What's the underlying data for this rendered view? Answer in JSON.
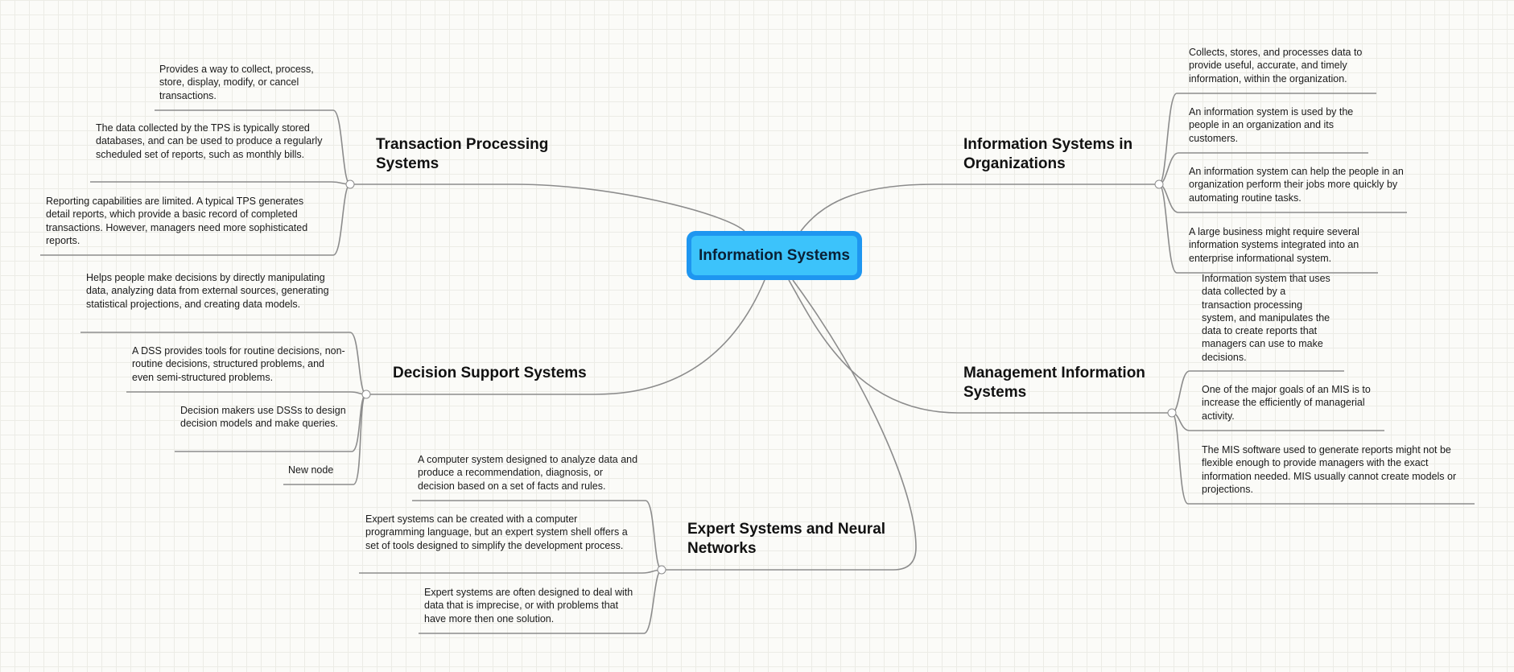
{
  "root": {
    "label": "Information Systems"
  },
  "branches": [
    {
      "label": "Information Systems in Organizations",
      "leaves": [
        "Collects, stores, and processes data to provide useful, accurate, and timely information, within the organization.",
        "An information system is used by the people in an organization and its customers.",
        "An information system can help the people in an organization perform their jobs more quickly by automating routine tasks.",
        "A large business might require several information systems integrated into an enterprise informational system."
      ]
    },
    {
      "label": "Management Information Systems",
      "leaves": [
        "Information system that uses data collected by a transaction processing system, and manipulates the data to create reports that managers can use to make decisions.",
        "One of the major goals of an MIS is to increase the efficiently of managerial activity.",
        "The MIS software used to generate reports might not be flexible enough to provide managers with the exact information needed. MIS usually cannot create models or projections."
      ]
    },
    {
      "label": "Transaction Processing Systems",
      "leaves": [
        "Provides a way to collect, process, store, display, modify, or cancel transactions.",
        "The data collected by the TPS is typically stored databases, and can be used to produce a regularly scheduled set of reports, such as monthly bills.",
        "Reporting capabilities are limited. A typical TPS generates detail reports, which provide a basic record of completed transactions. However, managers need more sophisticated reports."
      ]
    },
    {
      "label": "Decision Support Systems",
      "leaves": [
        "Helps people make decisions by directly manipulating data, analyzing data from external sources, generating statistical projections, and creating data models.",
        "A DSS provides tools for routine decisions, non-routine decisions, structured problems, and even semi-structured problems.",
        "Decision makers use DSSs to design decision models and make queries.",
        "New node"
      ]
    },
    {
      "label": "Expert Systems and Neural Networks",
      "leaves": [
        "A computer system designed to analyze data and produce a recommendation, diagnosis, or decision based on a set of facts and rules.",
        "Expert systems can be created with a computer programming language, but an expert system shell offers a set of tools designed to simplify the development process.",
        "Expert systems are often designed to deal with data that is imprecise, or with problems that have more then one solution."
      ]
    }
  ],
  "colors": {
    "connector": "#8c8c8c",
    "root_border": "#1e96f0",
    "root_fill": "#3cc3fb"
  }
}
